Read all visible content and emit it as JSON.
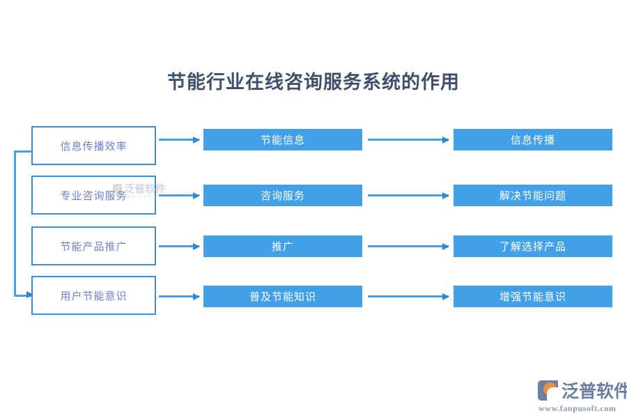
{
  "diagram": {
    "title": "节能行业在线咨询服务系统的作用",
    "type": "flow",
    "accent_color": "#42a0e8",
    "outline_color": "#3c8dd5",
    "outline_text_color": "#6f7fd0",
    "filled_text_color": "#ffffff",
    "title_color": "#3f4f6b",
    "background_color": "#ffffff",
    "columns": [
      {
        "name": "factor",
        "style": "outline"
      },
      {
        "name": "service",
        "style": "filled"
      },
      {
        "name": "outcome",
        "style": "filled"
      }
    ],
    "rows": [
      {
        "factor": "信息传播效率",
        "service": "节能信息",
        "outcome": "信息传播"
      },
      {
        "factor": "专业咨询服务",
        "service": "咨询服务",
        "outcome": "解决节能问题"
      },
      {
        "factor": "节能产品推广",
        "service": "推广",
        "outcome": "了解选择产品"
      },
      {
        "factor": "用户节能意识",
        "service": "普及节能知识",
        "outcome": "增强节能意识"
      }
    ]
  },
  "watermark": {
    "brand_cn": "泛普软件",
    "brand_en": "FANPU SOFTWARE"
  },
  "logo": {
    "brand_cn": "泛普软件",
    "url": "www.fanpusoft.com"
  }
}
